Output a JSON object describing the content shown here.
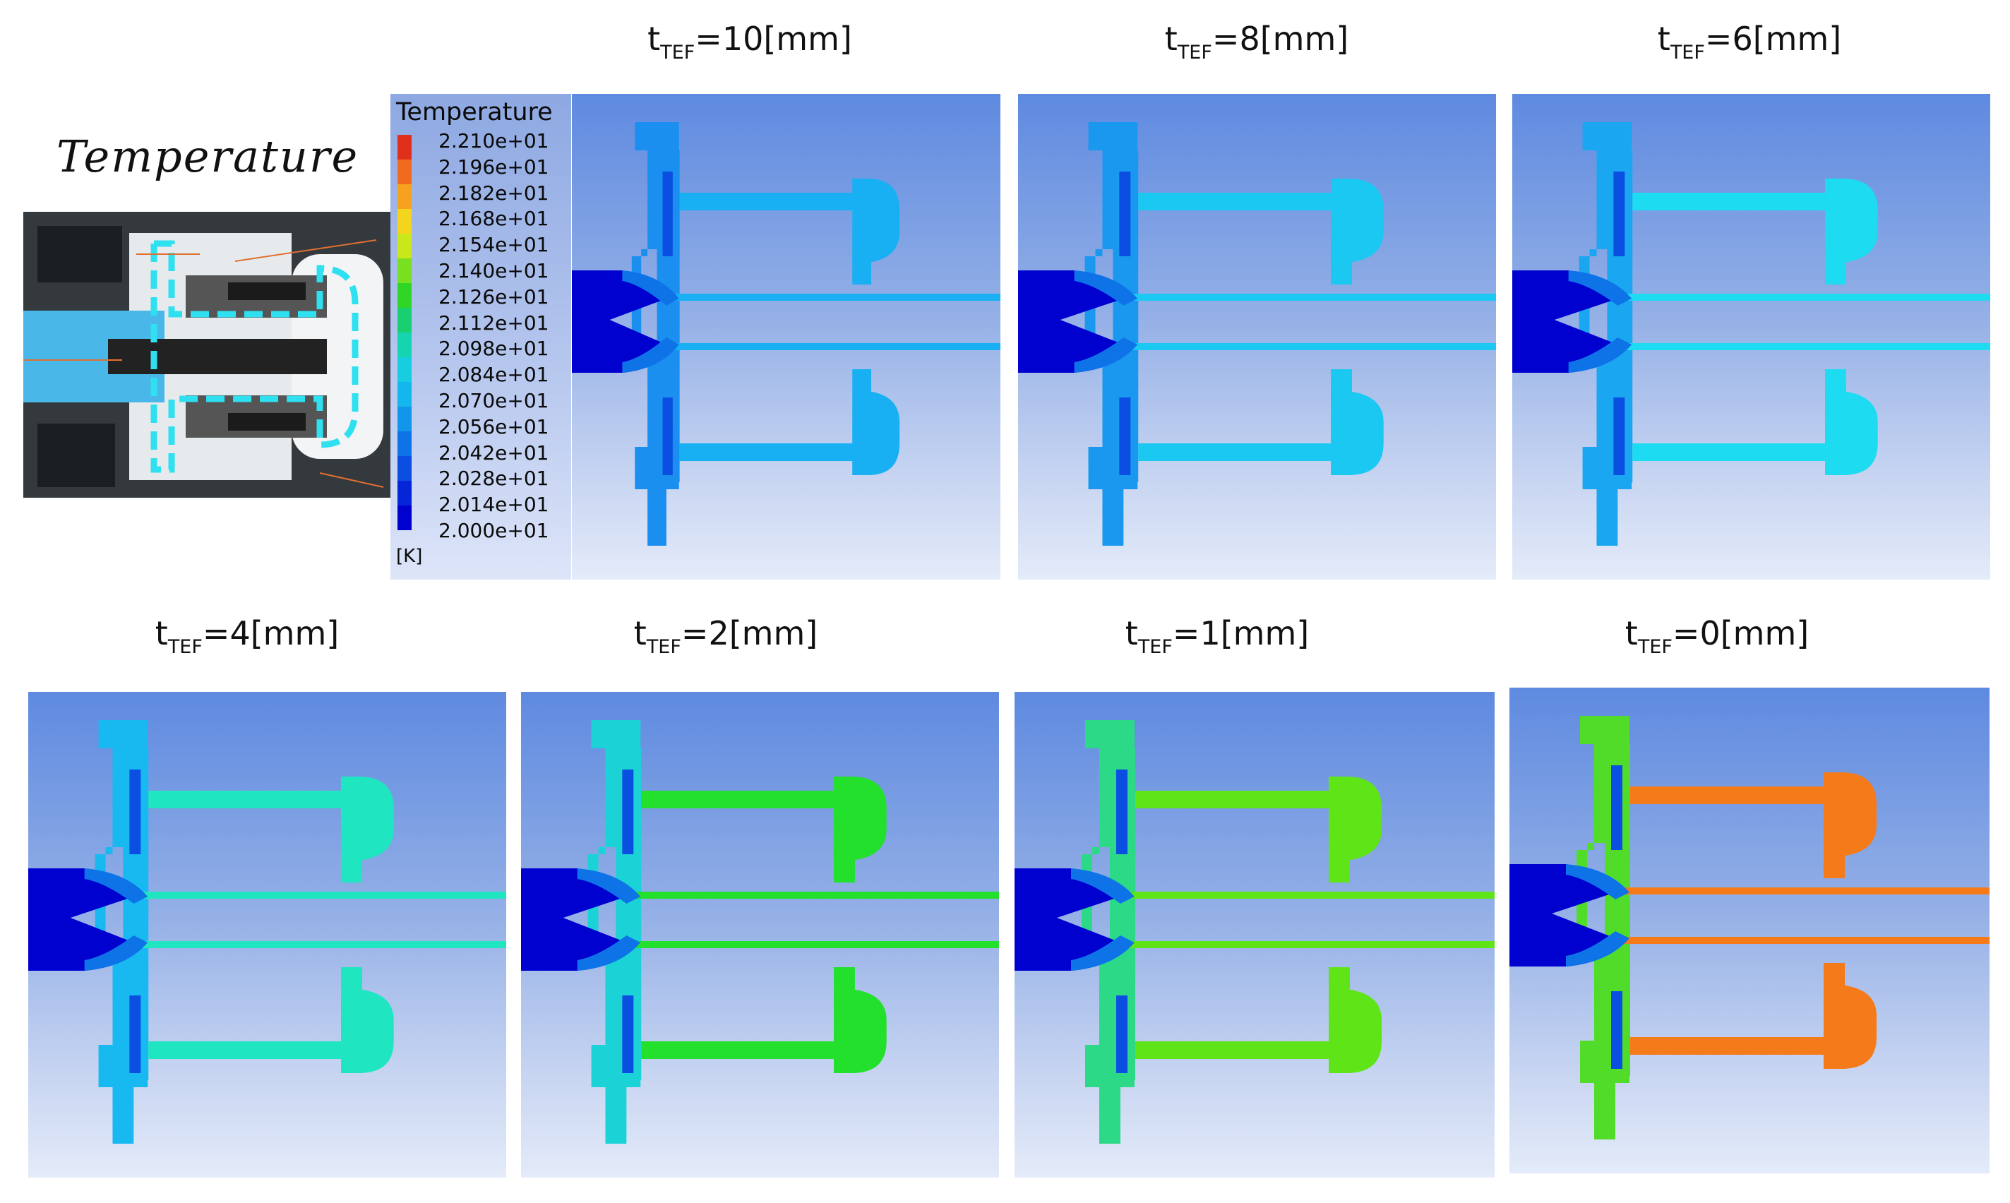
{
  "figure": {
    "heading": "Temperature",
    "legend": {
      "title": "Temperature",
      "unit": "[K]",
      "ticks": [
        "2.210e+01",
        "2.196e+01",
        "2.182e+01",
        "2.168e+01",
        "2.154e+01",
        "2.140e+01",
        "2.126e+01",
        "2.112e+01",
        "2.098e+01",
        "2.084e+01",
        "2.070e+01",
        "2.056e+01",
        "2.042e+01",
        "2.028e+01",
        "2.014e+01",
        "2.000e+01"
      ],
      "range": [
        20.0,
        22.1
      ],
      "colors": [
        "#e0301c",
        "#f26a1e",
        "#f7a21f",
        "#f3d51e",
        "#c8e81a",
        "#78e020",
        "#2fd626",
        "#19d070",
        "#17d4b0",
        "#18cde0",
        "#14b6ee",
        "#1296ec",
        "#0f73e8",
        "#0b4ee2",
        "#0526d8",
        "#0000cf"
      ]
    },
    "panels": [
      {
        "sym": "t",
        "sub": "TEF",
        "rest": "=10[mm]",
        "solid_color": "#18b0f2",
        "housing_color": "#1a8ff0"
      },
      {
        "sym": "t",
        "sub": "TEF",
        "rest": "=8[mm]",
        "solid_color": "#1bc8f2",
        "housing_color": "#1a98f0"
      },
      {
        "sym": "t",
        "sub": "TEF",
        "rest": "=6[mm]",
        "solid_color": "#1ddbf0",
        "housing_color": "#1aa6f0"
      },
      {
        "sym": "t",
        "sub": "TEF",
        "rest": "=4[mm]",
        "solid_color": "#1fe6c0",
        "housing_color": "#18b8f0"
      },
      {
        "sym": "t",
        "sub": "TEF",
        "rest": "=2[mm]",
        "solid_color": "#22e02c",
        "housing_color": "#1bd3d6"
      },
      {
        "sym": "t",
        "sub": "TEF",
        "rest": "=1[mm]",
        "solid_color": "#5fe418",
        "housing_color": "#2cd986"
      },
      {
        "sym": "t",
        "sub": "TEF",
        "rest": "=0[mm]",
        "solid_color": "#f57a1a",
        "housing_color": "#52dc2a"
      }
    ]
  }
}
